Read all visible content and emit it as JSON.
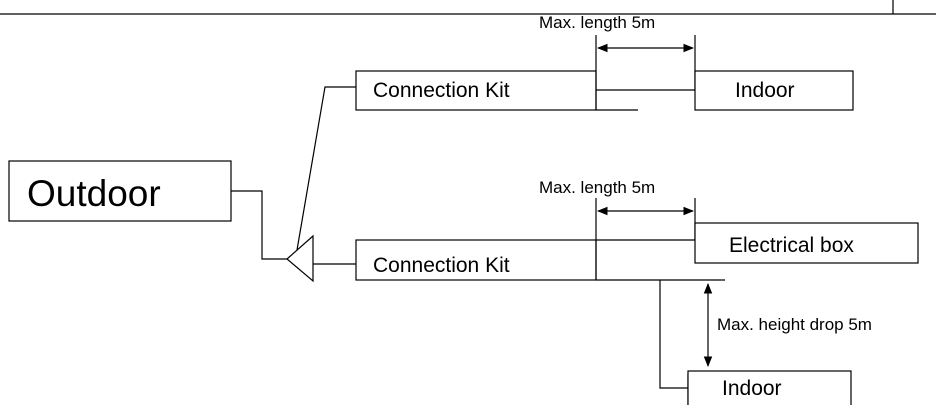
{
  "outdoor_label": "Outdoor",
  "upper_branch": {
    "connection_kit_label": "Connection Kit",
    "unit_label": "Indoor",
    "length_note": "Max. length 5m"
  },
  "lower_branch": {
    "connection_kit_label": "Connection Kit",
    "electrical_box_label": "Electrical box",
    "indoor_label": "Indoor",
    "length_note": "Max. length 5m",
    "height_note": "Max. height drop 5m"
  }
}
